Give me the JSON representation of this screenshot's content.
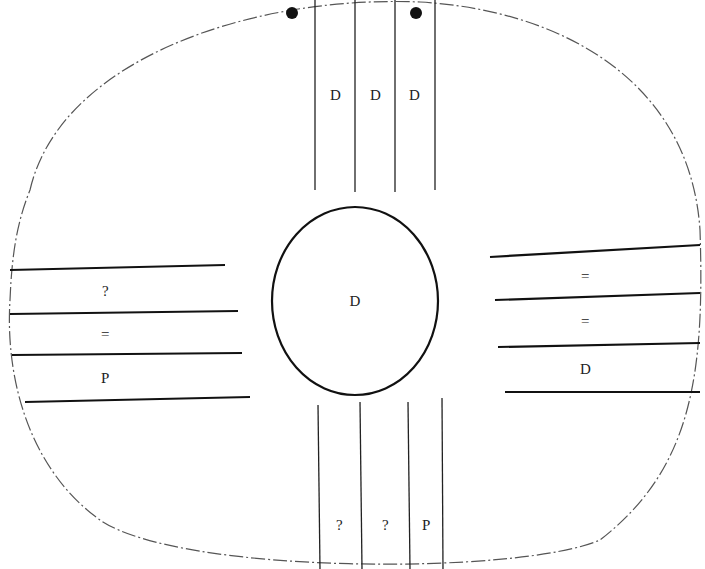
{
  "diagram": {
    "nodes": [
      {
        "text": [
          "D"
        ]
      }
    ],
    "labels": [
      "D",
      "D",
      "D",
      "?",
      "=",
      "P",
      "=",
      "=",
      "D",
      "?",
      "?",
      "P"
    ]
  }
}
